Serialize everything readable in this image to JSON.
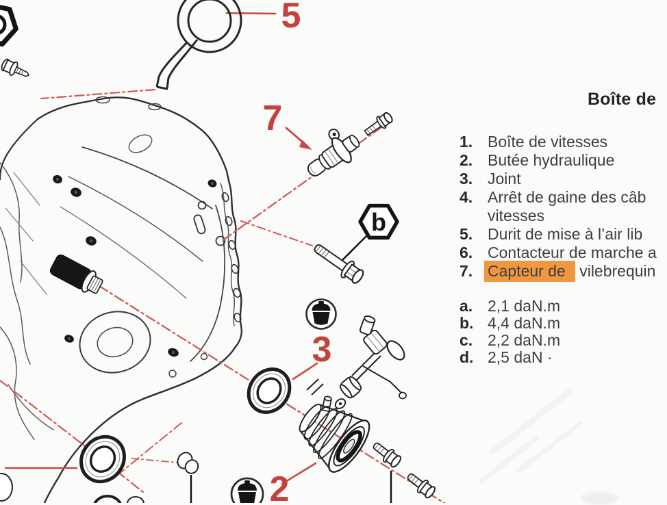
{
  "legend": {
    "title": "Boîte de",
    "items": [
      {
        "num": "1.",
        "text": "Boîte de vitesses"
      },
      {
        "num": "2.",
        "text": "Butée hydraulique"
      },
      {
        "num": "3.",
        "text": "Joint"
      },
      {
        "num": "4.",
        "text": "Arrêt de gaine des câb",
        "text2": "vitesses"
      },
      {
        "num": "5.",
        "text": "Durit de mise à l’air lib"
      },
      {
        "num": "6.",
        "text": "Contacteur de marche a"
      },
      {
        "num": "7.",
        "highlight": "Capteur de",
        "rest": " vilebrequin"
      }
    ],
    "torques": [
      {
        "num": "a.",
        "value": "2,1 daN.m"
      },
      {
        "num": "b.",
        "value": "4,4 daN.m"
      },
      {
        "num": "c.",
        "value": "2,2 daN.m"
      },
      {
        "num": "d.",
        "value": "2,5 daN ·"
      }
    ]
  },
  "diagram": {
    "callouts": {
      "c5": "5",
      "c7": "7",
      "c3": "3",
      "c2": "2",
      "hex_b": "b"
    },
    "colors": {
      "callout_red": "#c4423c",
      "leader_red": "#d05a52",
      "highlight_orange": "#f0983f",
      "ink": "#272727"
    }
  }
}
